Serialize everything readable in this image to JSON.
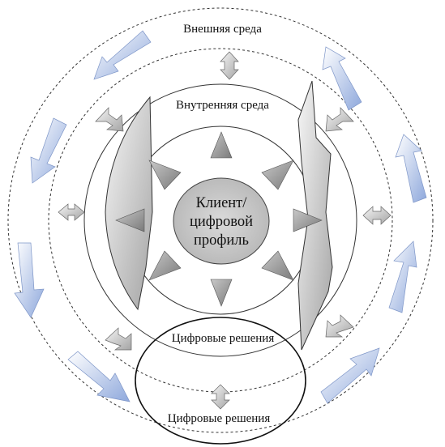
{
  "diagram": {
    "outer_environment_label": "Внешняя среда",
    "inner_environment_label": "Внутренняя среда",
    "center_label": "Клиент/ цифровой профиль",
    "digital_solutions_label_1": "Цифровые решения",
    "digital_solutions_label_2": "Цифровые решения"
  },
  "colors": {
    "blue_arrow_light": "#f3f6fc",
    "blue_arrow_dark": "#8ea8dc",
    "grey_arrow_light": "#f2f2f2",
    "grey_arrow_dark": "#9c9c9c",
    "center_fill": "#bdbdbd",
    "line": "#222222"
  }
}
